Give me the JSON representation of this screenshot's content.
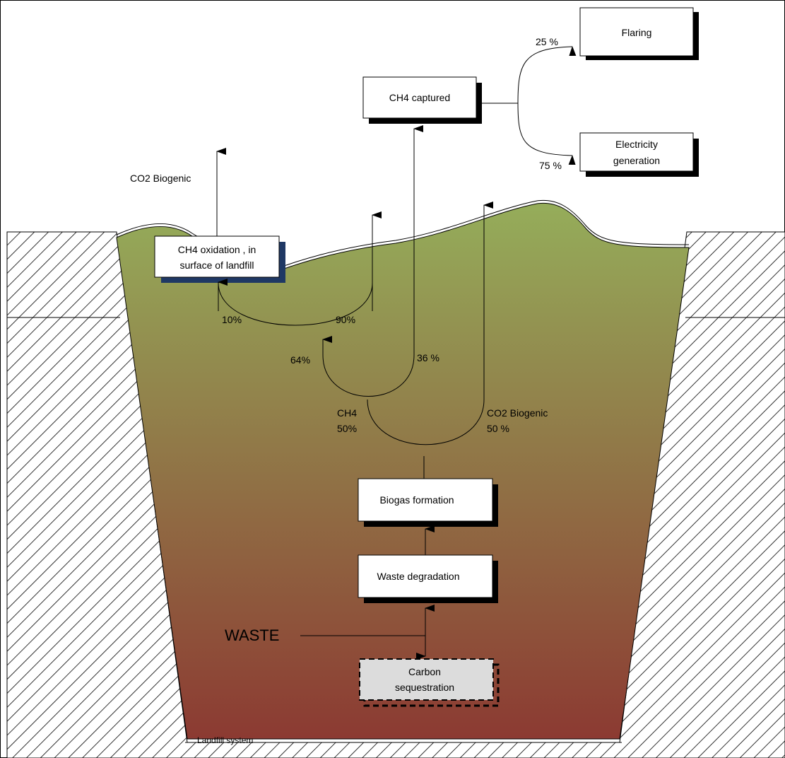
{
  "diagram": {
    "nodes": {
      "flaring": "Flaring",
      "ch4_captured": "CH4 captured",
      "electricity_line1": "Electricity",
      "electricity_line2": "generation",
      "ch4_oxidation_line1": "CH4 oxidation  , in",
      "ch4_oxidation_line2": "surface of landfill",
      "biogas_formation": "Biogas formation",
      "waste_degradation": "Waste degradation",
      "carbon_line1": "Carbon",
      "carbon_line2": "sequestration"
    },
    "labels": {
      "pct_25": "25 %",
      "pct_75": "75 %",
      "co2_biogenic_top": "CO2 Biogenic",
      "pct_10": "10%",
      "pct_90": "90%",
      "pct_64": "64%",
      "pct_36": "36 %",
      "ch4": "CH4",
      "ch4_pct": "50%",
      "co2_biogenic_mid": "CO2 Biogenic",
      "co2_pct": "50 %",
      "waste": "WASTE",
      "landfill_system": "Landfill system"
    },
    "colors": {
      "fill_top": "#95ad5a",
      "fill_bottom": "#8c3a32",
      "oxidation_shadow": "#1f3864",
      "box_shadow": "#000000",
      "carbon_fill": "#dcdcdc"
    }
  }
}
